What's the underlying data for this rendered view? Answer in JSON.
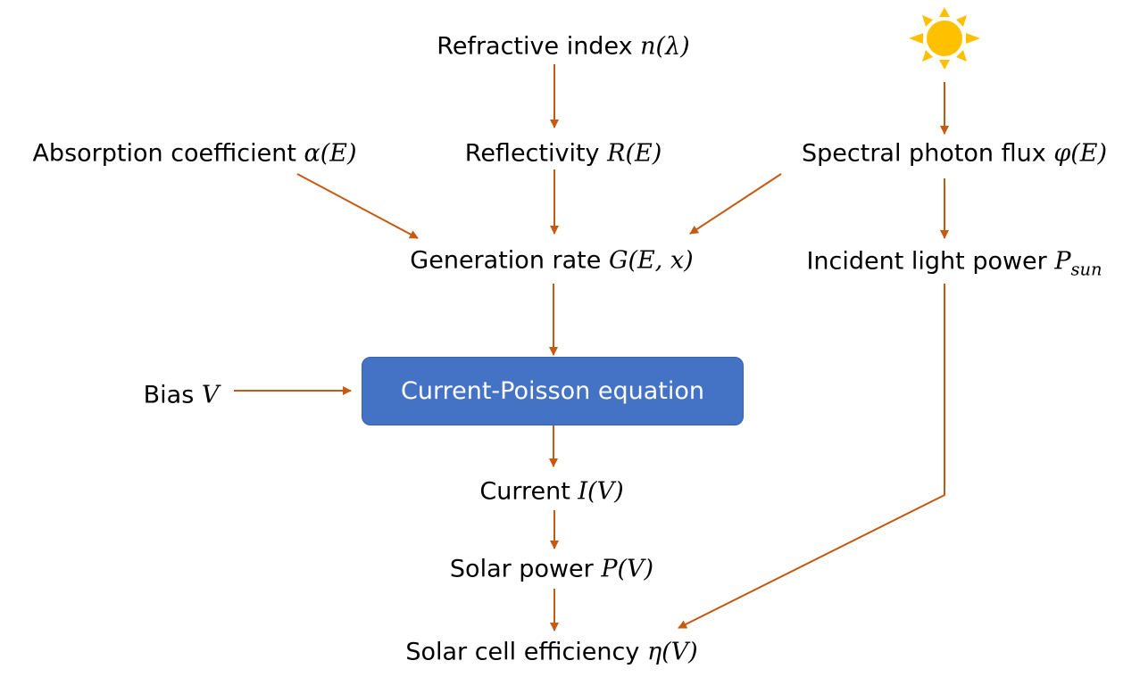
{
  "colors": {
    "arrow": "#c55a11",
    "box_fill": "#4472c4",
    "box_text": "#ffffff",
    "sun": "#ffc000"
  },
  "icons": {
    "sun": "sun-icon"
  },
  "nodes": {
    "refractive_index": {
      "text": "Refractive index ",
      "math": "n(λ)"
    },
    "absorption": {
      "text": "Absorption coefficient ",
      "math": "α(E)"
    },
    "reflectivity": {
      "text": "Reflectivity ",
      "math": "R(E)"
    },
    "photon_flux": {
      "text": "Spectral photon flux ",
      "math": "φ(E)"
    },
    "generation_rate": {
      "text": "Generation rate ",
      "math": "G(E, x)"
    },
    "incident_power": {
      "text": "Incident light power ",
      "math": "P",
      "sub": "sun"
    },
    "bias": {
      "text": "Bias ",
      "math": "V"
    },
    "equation": {
      "text": "Current-Poisson equation"
    },
    "current": {
      "text": "Current ",
      "math": "I(V)"
    },
    "solar_power": {
      "text": "Solar power ",
      "math": "P(V)"
    },
    "efficiency": {
      "text": "Solar cell efficiency ",
      "math": "η(V)"
    }
  }
}
